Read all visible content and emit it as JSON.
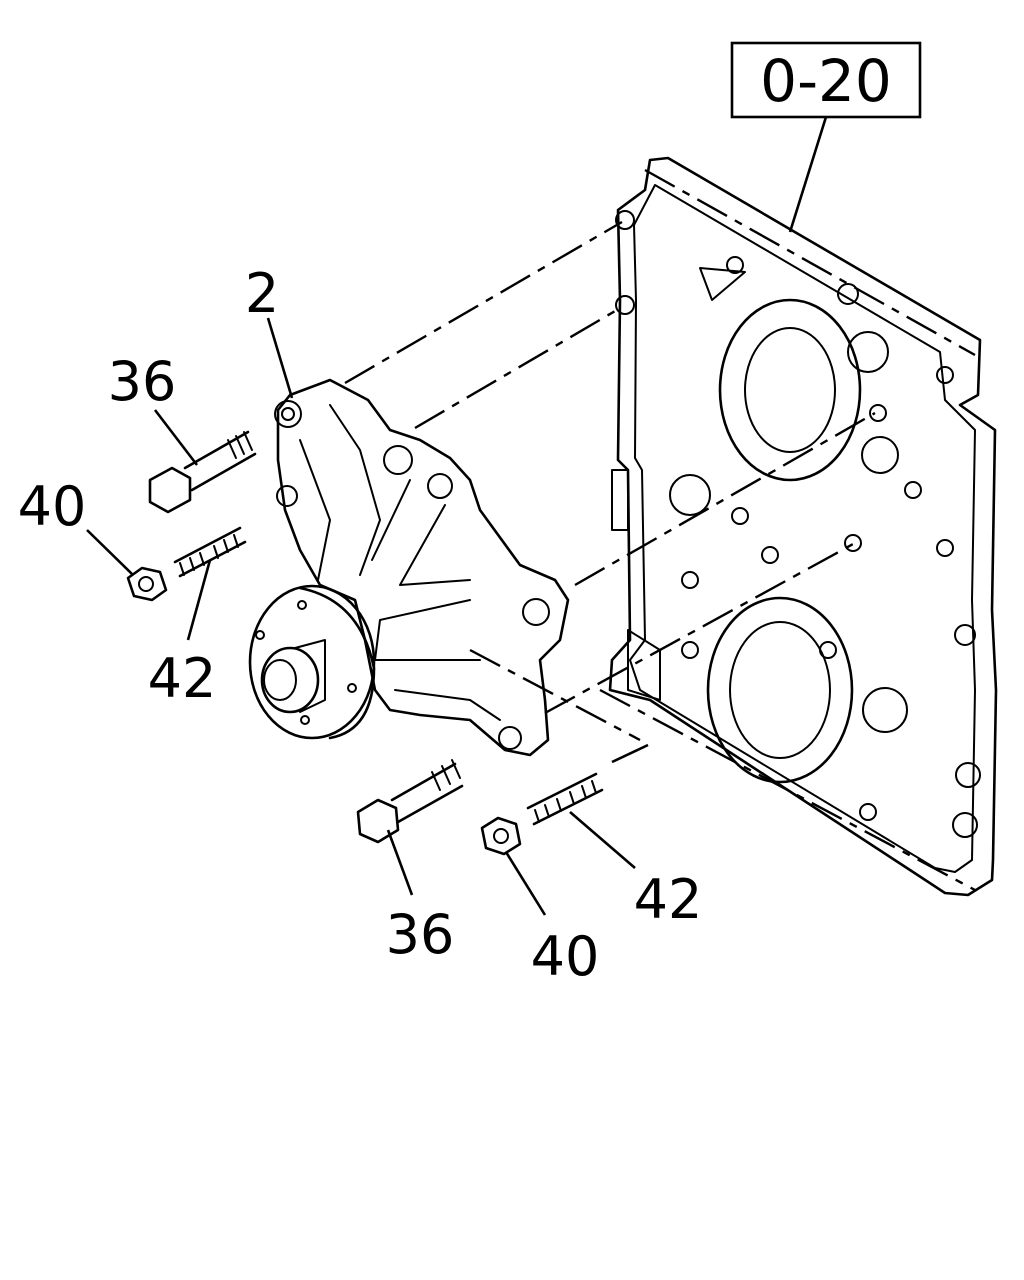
{
  "reference_box": {
    "text": "0-20"
  },
  "callouts": {
    "pump": "2",
    "bolt_upper": "36",
    "nut_left": "40",
    "stud_left": "42",
    "bolt_lower": "36",
    "nut_lower": "40",
    "stud_lower": "42"
  },
  "parts": [
    {
      "name": "water-pump",
      "number": "2"
    },
    {
      "name": "flange-bolt",
      "number": "36"
    },
    {
      "name": "flange-nut",
      "number": "40"
    },
    {
      "name": "stud",
      "number": "42"
    },
    {
      "name": "timing-gear-cover",
      "reference": "0-20"
    }
  ]
}
